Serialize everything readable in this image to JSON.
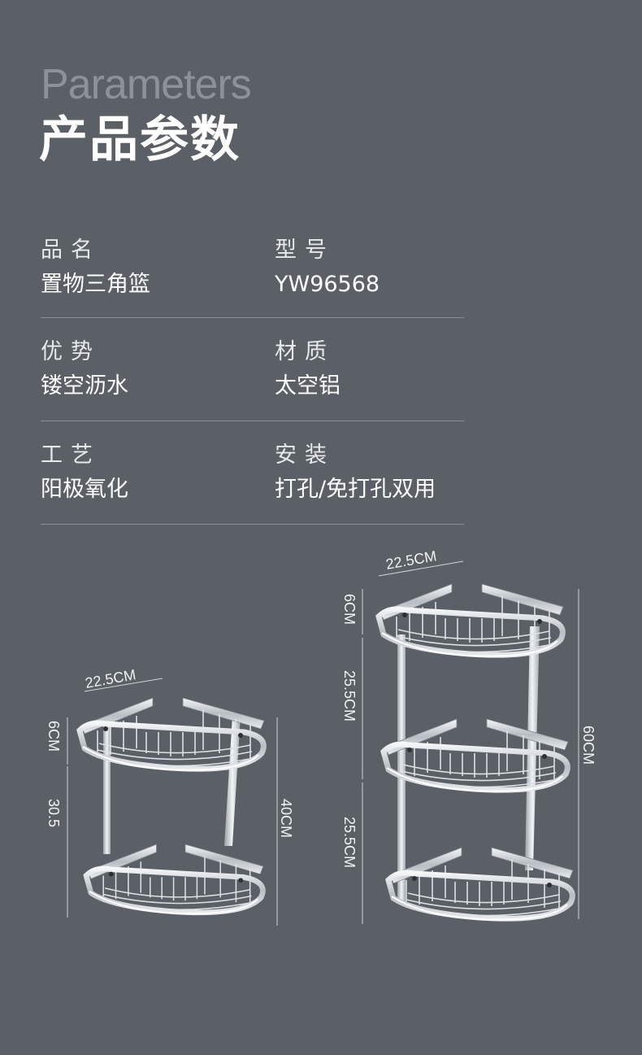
{
  "header": {
    "en_title": "Parameters",
    "cn_title": "产品参数"
  },
  "params": [
    {
      "label": "品名",
      "value": "置物三角篮"
    },
    {
      "label": "型号",
      "value": "YW96568"
    },
    {
      "label": "优势",
      "value": "镂空沥水"
    },
    {
      "label": "材质",
      "value": "太空铝"
    },
    {
      "label": "工艺",
      "value": "阳极氧化"
    },
    {
      "label": "安装",
      "value": "打孔/免打孔双用"
    }
  ],
  "diagram": {
    "two_tier": {
      "width": "22.5CM",
      "tier_height": "6CM",
      "gap": "30.5",
      "total": "40CM"
    },
    "three_tier": {
      "width": "22.5CM",
      "tier_height": "6CM",
      "gap1": "25.5CM",
      "gap2": "25.5CM",
      "total": "60CM"
    }
  },
  "colors": {
    "background": "#5b6066",
    "metal": "#d9dde1",
    "divider": "#8c9096"
  }
}
